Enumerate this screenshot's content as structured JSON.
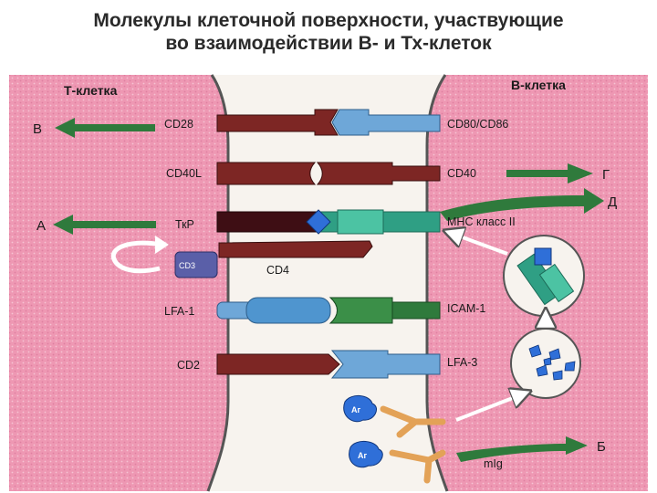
{
  "title": {
    "line1": "Молекулы клеточной поверхности, участвующие",
    "line2": "во взаимодействии В- и Тх-клеток"
  },
  "cells": {
    "t_cell": "Т-клетка",
    "b_cell": "В-клетка"
  },
  "t_molecules": {
    "cd28": "CD28",
    "cd40l": "CD40L",
    "tcr": "ТкР",
    "cd4": "CD4",
    "lfa1": "LFA-1",
    "cd2": "CD2",
    "cd3": "CD3"
  },
  "b_molecules": {
    "cd80": "CD80/CD86",
    "cd40": "CD40",
    "mhc": "МНС класс II",
    "icam": "ICAM-1",
    "lfa3": "LFA-3",
    "mig": "mIg",
    "ag1": "Аг",
    "ag2": "Аг"
  },
  "arrows": {
    "v": "В",
    "g": "Г",
    "a": "А",
    "d": "Д",
    "b": "Б"
  },
  "colors": {
    "membrane": "#ef9bb6",
    "gap": "#f7f3ee",
    "dark_red": "#7d2624",
    "light_blue": "#6ea7d8",
    "teal": "#2f9f84",
    "green_arrow": "#2f7a3c",
    "orange": "#e3a257"
  }
}
